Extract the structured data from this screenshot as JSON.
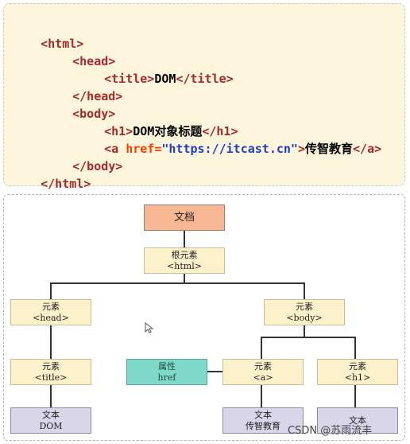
{
  "code": {
    "html_open": "<html>",
    "head_open": "<head>",
    "title_open": "<title>",
    "title_text": "DOM",
    "title_close": "</title>",
    "head_close": "</head>",
    "body_open": "<body>",
    "h1_open": "<h1>",
    "h1_text": "DOM对象标题",
    "h1_close": "</h1>",
    "a_open_start": "<a ",
    "a_attr": "href=",
    "a_value": "\"https://itcast.cn\"",
    "a_open_end": ">",
    "a_text": "传智教育",
    "a_close": "</a>",
    "body_close": "</body>",
    "html_close": "</html>"
  },
  "tree": {
    "document": "文档",
    "root": {
      "label": "根元素",
      "tag": "<html>"
    },
    "head": {
      "label": "元素",
      "tag": "<head>"
    },
    "body": {
      "label": "元素",
      "tag": "<body>"
    },
    "title": {
      "label": "元素",
      "tag": "<title>"
    },
    "attr": {
      "label": "属性",
      "name": "href"
    },
    "a": {
      "label": "元素",
      "tag": "<a>"
    },
    "h1": {
      "label": "元素",
      "tag": "<h1>"
    },
    "text_dom": {
      "label": "文本",
      "value": "DOM"
    },
    "text_a": {
      "label": "文本",
      "value": "传智教育"
    },
    "text_h1": {
      "label": "文本",
      "value": ""
    }
  },
  "watermark": "CSDN @苏雨流丰"
}
